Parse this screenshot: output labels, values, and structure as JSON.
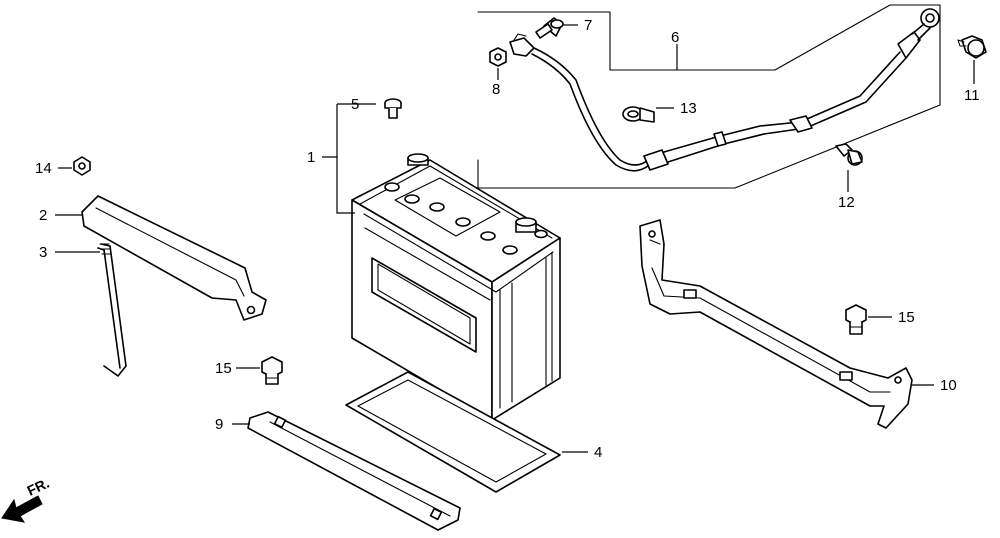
{
  "callouts": {
    "c1": "1",
    "c2": "2",
    "c3": "3",
    "c4": "4",
    "c5": "5",
    "c6": "6",
    "c7": "7",
    "c8": "8",
    "c9": "9",
    "c10": "10",
    "c11": "11",
    "c12": "12",
    "c13": "13",
    "c14": "14",
    "c15a": "15",
    "c15b": "15"
  },
  "direction": {
    "label": "FR."
  }
}
